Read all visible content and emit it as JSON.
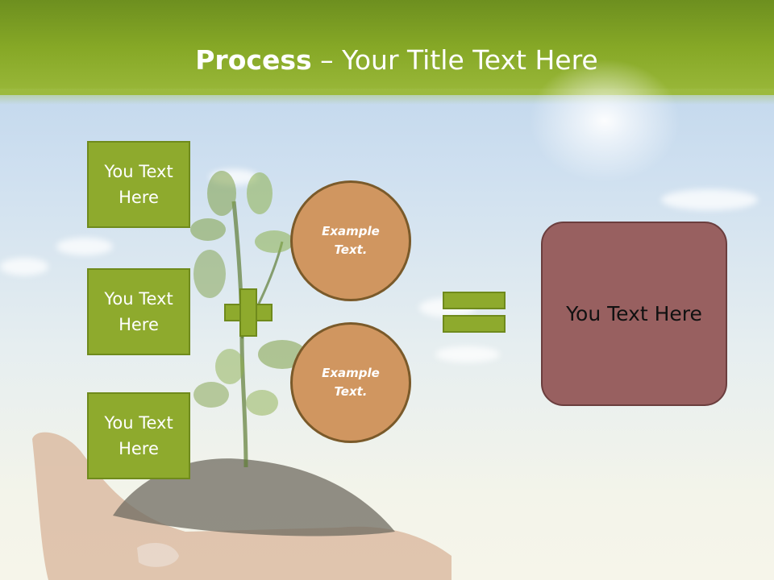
{
  "slide": {
    "title_bold": "Process",
    "title_rest": " – Your Title Text Here"
  },
  "boxes": [
    {
      "label": "You Text Here"
    },
    {
      "label": "You Text Here"
    },
    {
      "label": "You Text Here"
    }
  ],
  "circles": [
    {
      "label": "Example Text."
    },
    {
      "label": "Example Text."
    }
  ],
  "result": {
    "label": "You Text Here"
  },
  "colors": {
    "header": "#86a826",
    "box_fill": "#8eaa2d",
    "circle_fill": "#d09660",
    "result_fill": "#986060"
  }
}
